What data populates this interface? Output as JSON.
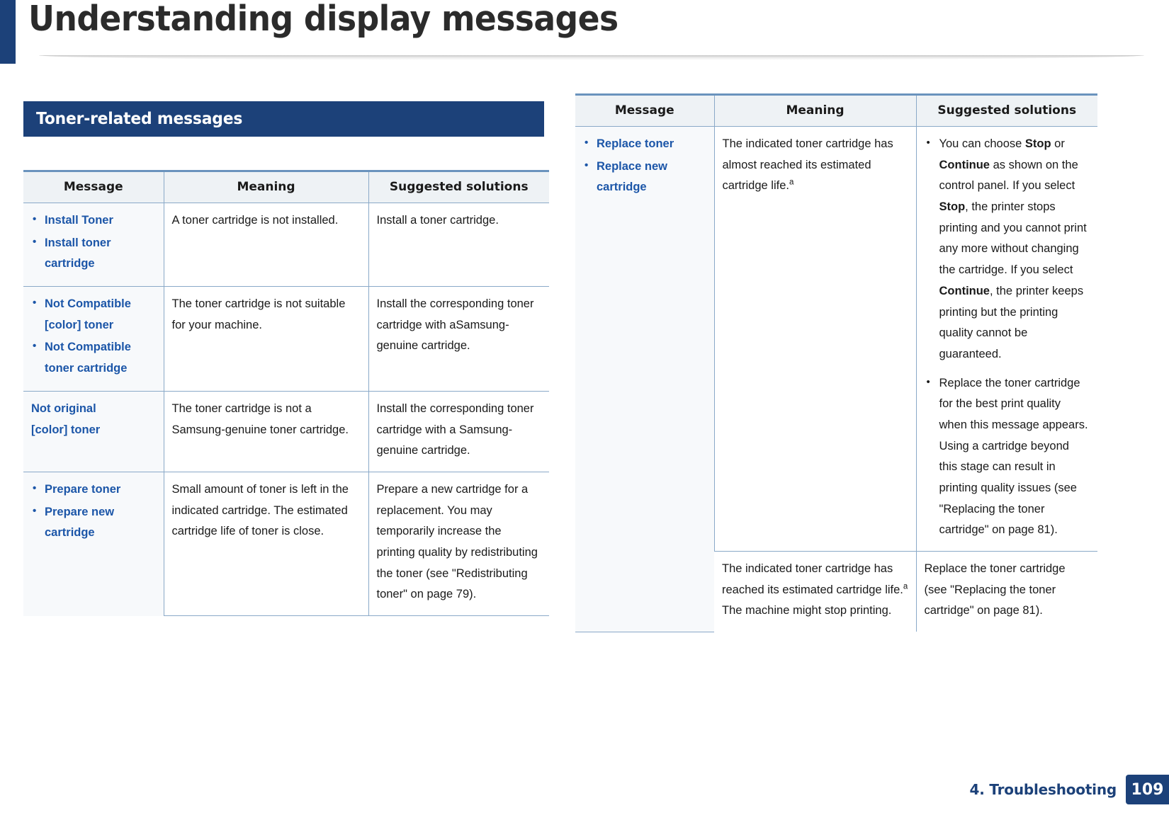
{
  "page": {
    "title": "Understanding display messages",
    "accent_color": "#1c4179",
    "link_color": "#1c56a8"
  },
  "section": {
    "title": "Toner-related messages"
  },
  "table_headers": {
    "message": "Message",
    "meaning": "Meaning",
    "solutions": "Suggested solutions"
  },
  "left_table": {
    "rows": [
      {
        "messages": [
          "Install Toner",
          "Install toner cartridge"
        ],
        "meaning": "A toner cartridge is not installed.",
        "solution": "Install a toner cartridge."
      },
      {
        "messages": [
          " Not Compatible [color] toner",
          " Not Compatible toner cartridge"
        ],
        "meaning": "The toner cartridge is not suitable for your machine.",
        "solution": "Install the corresponding toner cartridge with aSamsung-genuine cartridge."
      },
      {
        "message_lines": [
          "Not original",
          "[color] toner"
        ],
        "meaning": "The toner cartridge is not a Samsung-genuine toner cartridge.",
        "solution": "Install the corresponding toner cartridge with a Samsung-genuine cartridge."
      },
      {
        "messages": [
          "Prepare toner",
          "Prepare new cartridge"
        ],
        "meaning": "Small amount of toner is left in the indicated cartridge. The estimated cartridge life of toner is close.",
        "solution": "Prepare a new cartridge for a replacement. You may temporarily increase the printing quality by redistributing the toner (see \"Redistributing toner\" on page 79)."
      }
    ]
  },
  "right_table": {
    "messages": [
      "Replace toner",
      "Replace new cartridge"
    ],
    "rows": [
      {
        "meaning_pre": "The indicated toner cartridge has almost reached its estimated cartridge life.",
        "meaning_footnote": "a",
        "meaning_post": "",
        "solution_bullets": [
          {
            "p1": "You can choose ",
            "b1": "Stop",
            "p2": " or ",
            "b2": "Continue",
            "p3": " as shown on the control panel. If you select ",
            "b3": "Stop",
            "p4": ", the printer stops printing and you cannot print any more without changing the cartridge. If you select ",
            "b4": "Continue",
            "p5": ", the printer keeps printing but the printing quality cannot be guaranteed."
          },
          {
            "p1": "Replace the toner cartridge for the best print quality when this message appears. Using a cartridge beyond this stage can result in printing quality issues (see \"Replacing the toner cartridge\" on page 81).",
            "b1": "",
            "p2": "",
            "b2": "",
            "p3": "",
            "b3": "",
            "p4": "",
            "b4": "",
            "p5": ""
          }
        ]
      },
      {
        "meaning_pre": "The indicated toner cartridge has reached its estimated cartridge life.",
        "meaning_footnote": "a",
        "meaning_post": " The machine might stop printing.",
        "solution_plain": "Replace the toner cartridge (see \"Replacing the toner cartridge\" on page 81)."
      }
    ]
  },
  "footer": {
    "chapter": "4. Troubleshooting",
    "page_number": "109"
  }
}
